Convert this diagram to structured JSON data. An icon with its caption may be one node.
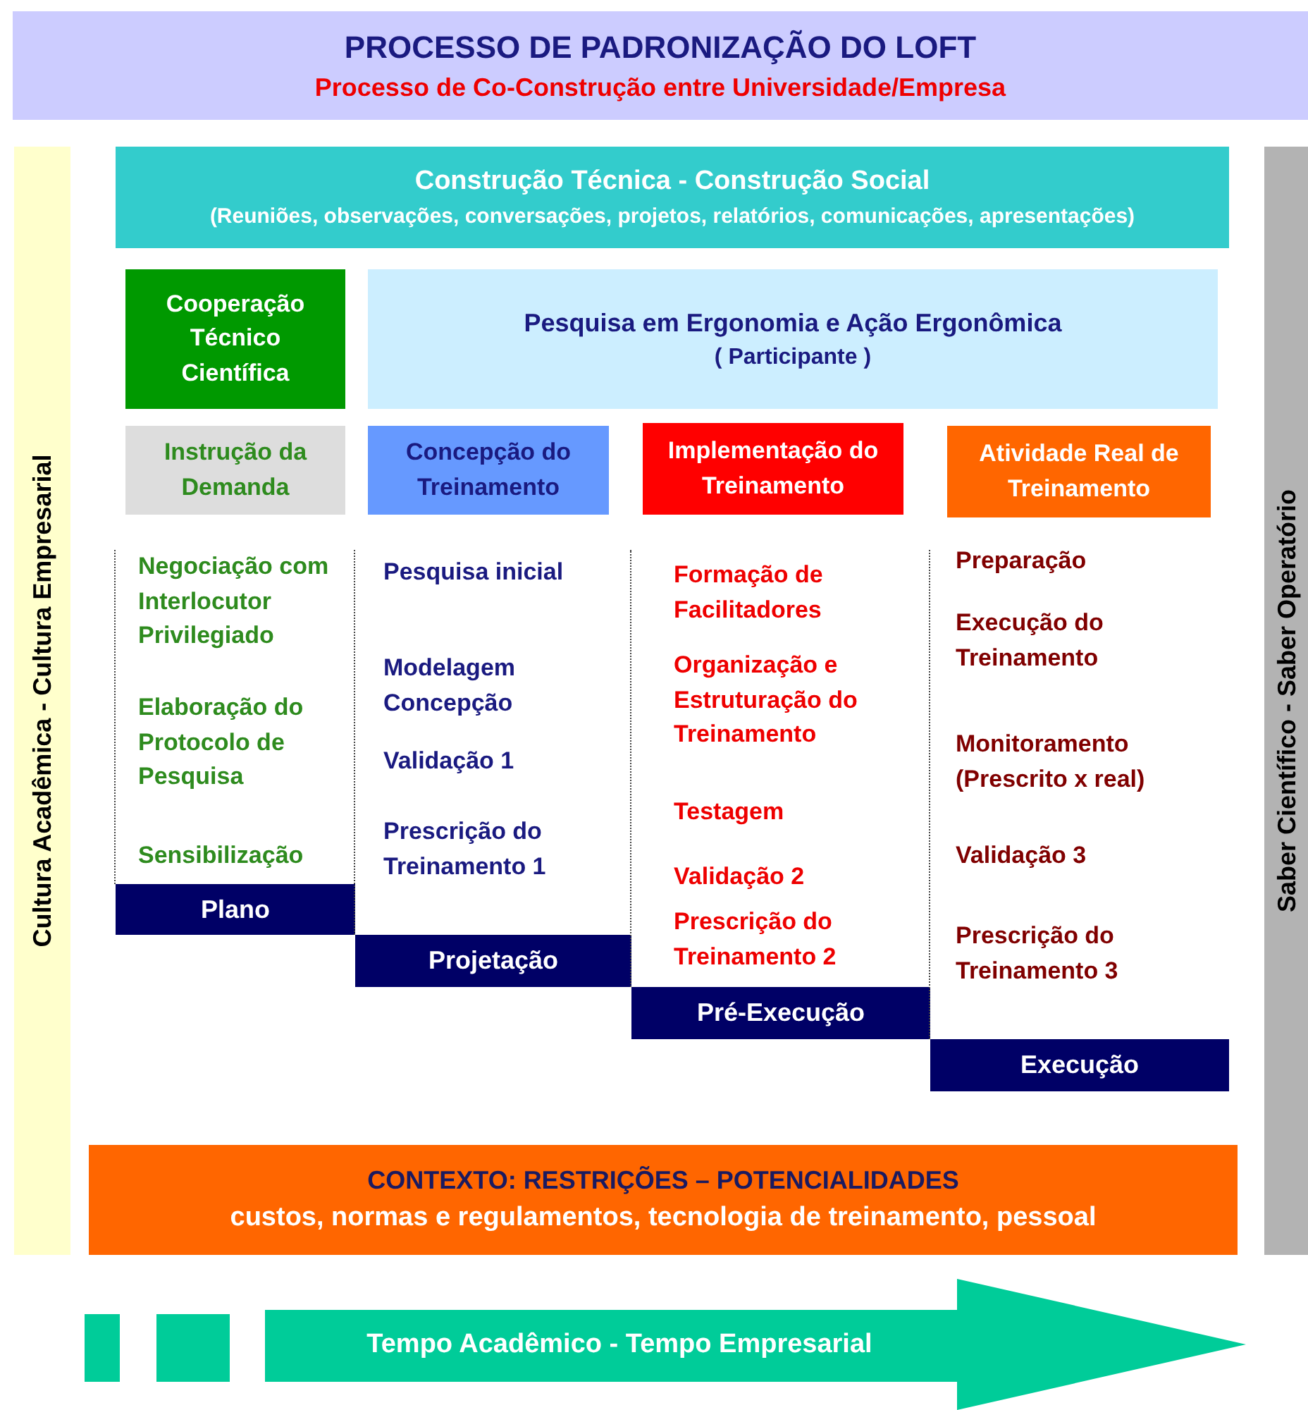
{
  "diagram": {
    "nodes": [
      {
        "text": [
          "PROCESSO DE PADRONIZAÇÃO DO LOFT",
          "Processo de Co-Construção entre Universidade/Empresa"
        ]
      },
      {
        "text": [
          "Cultura Acadêmica - Cultura Empresarial"
        ]
      },
      {
        "text": [
          "Saber Científico - Saber Operatório"
        ]
      },
      {
        "text": [
          "Construção Técnica - Construção Social",
          "(Reuniões, observações, conversações, projetos, relatórios, comunicações, apresentações)"
        ]
      },
      {
        "text": [
          "Cooperação Técnico Científica"
        ]
      },
      {
        "text": [
          "Pesquisa em Ergonomia e Ação Ergonômica",
          "( Participante )"
        ]
      },
      {
        "text": [
          "Instrução da Demanda"
        ]
      },
      {
        "text": [
          "Concepção do Treinamento"
        ]
      },
      {
        "text": [
          "Implementação do Treinamento"
        ]
      },
      {
        "text": [
          "Atividade Real de Treinamento"
        ]
      },
      {
        "text": [
          "Negociação com Interlocutor Privilegiado",
          "Elaboração do Protocolo de Pesquisa",
          "Sensibilização"
        ]
      },
      {
        "text": [
          "Plano"
        ]
      },
      {
        "text": [
          "Pesquisa inicial",
          "Modelagem Concepção",
          "Validação 1",
          "Prescrição do Treinamento 1"
        ]
      },
      {
        "text": [
          "Projetação"
        ]
      },
      {
        "text": [
          "Formação de Facilitadores",
          "Organização e Estruturação do Treinamento",
          "Testagem",
          "Validação 2",
          "Prescrição do Treinamento 2"
        ]
      },
      {
        "text": [
          "Pré-Execução"
        ]
      },
      {
        "text": [
          "Preparação",
          "Execução do Treinamento",
          "Monitoramento (Prescrito x real)",
          "Validação 3",
          "Prescrição do Treinamento 3"
        ]
      },
      {
        "text": [
          "Execução"
        ]
      },
      {
        "text": [
          "CONTEXTO: RESTRIÇÕES – POTENCIALIDADES",
          "custos, normas e regulamentos, tecnologia de treinamento, pessoal"
        ]
      },
      {
        "text": [],
        "shape": "box"
      },
      {
        "text": [],
        "shape": "box"
      },
      {
        "text": [
          "Tempo Acadêmico - Tempo Empresarial"
        ]
      }
    ]
  }
}
